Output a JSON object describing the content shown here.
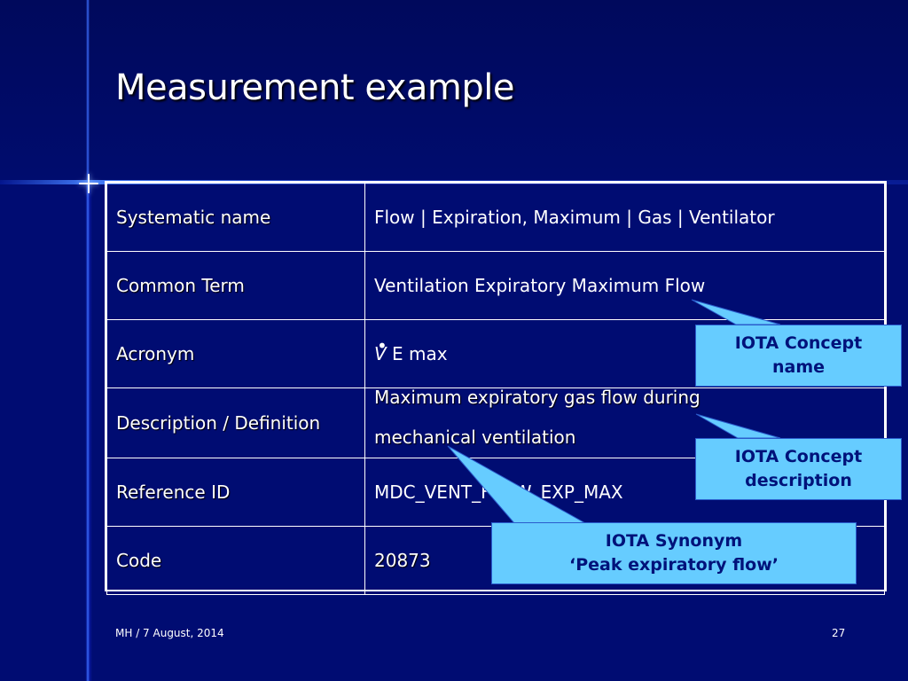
{
  "slide": {
    "title": "Measurement example",
    "footer_left": "MH / 7 August, 2014",
    "page_number": "27"
  },
  "table": {
    "rows": [
      {
        "label": "Systematic name",
        "value": "Flow | Expiration, Maximum | Gas | Ventilator"
      },
      {
        "label": "Common Term",
        "value": "Ventilation Expiratory Maximum Flow"
      },
      {
        "label": "Acronym",
        "value_symbol": "V",
        "value_dot": "•",
        "value": " E max"
      },
      {
        "label": "Description / Definition",
        "value_line1": "Maximum expiratory gas flow during",
        "value_line2": "mechanical ventilation"
      },
      {
        "label": "Reference ID",
        "value": "MDC_VENT_FLOW_EXP_MAX"
      },
      {
        "label": "Code",
        "value": "20873"
      }
    ]
  },
  "callouts": {
    "concept_name": {
      "line1": "IOTA Concept",
      "line2": "name"
    },
    "concept_description": {
      "line1": "IOTA Concept",
      "line2": "description"
    },
    "synonym": {
      "line1": "IOTA Synonym",
      "line2": "‘Peak expiratory flow’"
    }
  },
  "colors": {
    "background": "#000c72",
    "callout_fill": "#66ccff",
    "callout_text": "#00127a",
    "text": "#ffffff"
  }
}
